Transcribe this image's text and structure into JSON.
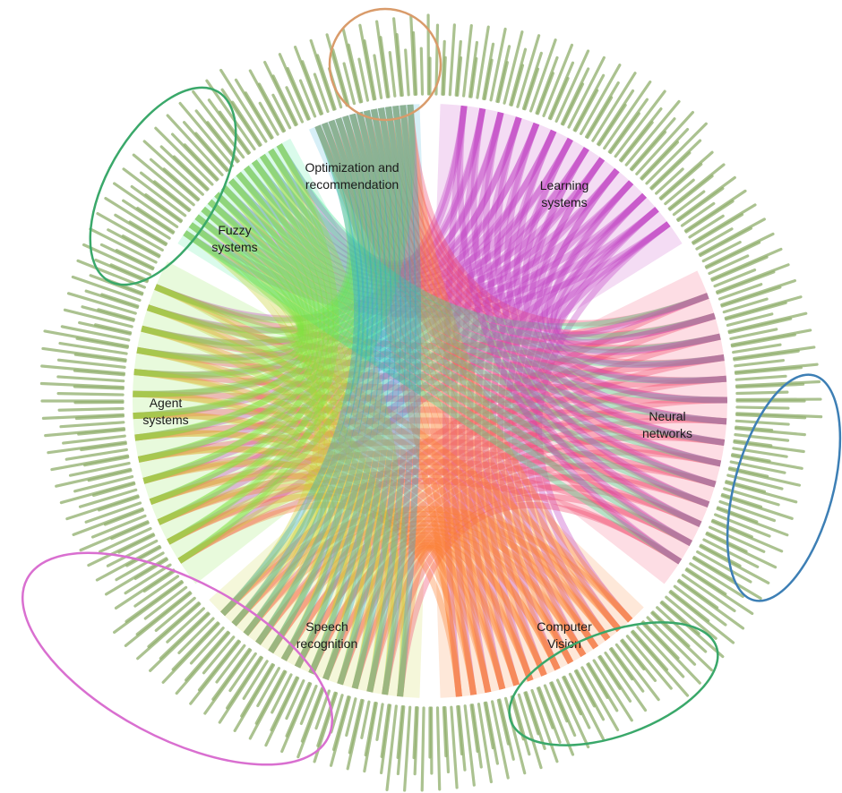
{
  "topics": [
    {
      "id": "learning",
      "lines": [
        "Learning",
        "systems"
      ],
      "color": "#c03fc3"
    },
    {
      "id": "neural",
      "lines": [
        "Neural",
        "networks"
      ],
      "color": "#f2456a"
    },
    {
      "id": "vision",
      "lines": [
        "Computer",
        "Vision"
      ],
      "color": "#fb7d2d"
    },
    {
      "id": "speech",
      "lines": [
        "Speech",
        "recognition"
      ],
      "color": "#c8d130"
    },
    {
      "id": "agent",
      "lines": [
        "Agent",
        "systems"
      ],
      "color": "#7fe33e"
    },
    {
      "id": "fuzzy",
      "lines": [
        "Fuzzy",
        "systems"
      ],
      "color": "#34e88f"
    },
    {
      "id": "optimization",
      "lines": [
        "Optimization and",
        "recommendation"
      ],
      "color": "#24a9d0"
    }
  ],
  "highlight_ellipses": [
    {
      "id": "top",
      "color": "#d99b6a"
    },
    {
      "id": "upper-left",
      "color": "#3aa86a"
    },
    {
      "id": "right",
      "color": "#3d7fb5"
    },
    {
      "id": "lower-left",
      "color": "#d96fd0"
    },
    {
      "id": "bottom-right",
      "color": "#3aa86a"
    }
  ],
  "fringe_label_colors": [
    "#8fae6b",
    "#a8c08a",
    "#6f8f55",
    "#e3a27a",
    "#b49bd6",
    "#7fb0d9",
    "#9fba83"
  ]
}
